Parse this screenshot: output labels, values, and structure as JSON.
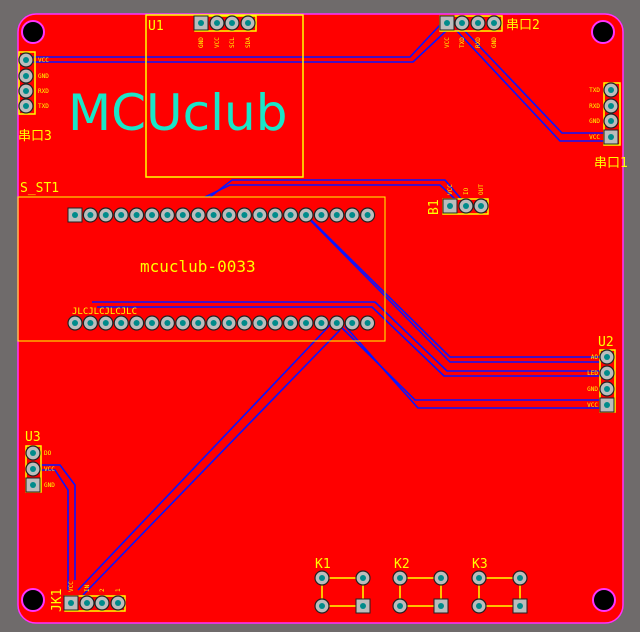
{
  "colors": {
    "board": "#ff0000",
    "background": "#6f6b6b",
    "silkscreen": "#ffff00",
    "trace": "#0a14ff",
    "outline": "#ff33ff",
    "logo": "#19e6c8",
    "pad": "#bcbcbc",
    "drill": "#008b8b"
  },
  "logo": "MCUclub",
  "board_title": "mcuclub-0033",
  "jlc_mark": "JLCJLCJLCJLC",
  "components": {
    "u1": {
      "ref": "U1",
      "pins": [
        "GND",
        "VCC",
        "SCL",
        "SDA"
      ]
    },
    "s_st1": {
      "ref": "S_ST1"
    },
    "uart1": {
      "ref": "串口1",
      "pins": [
        "TXD",
        "RXD",
        "GND",
        "VCC"
      ]
    },
    "uart2": {
      "ref": "串口2",
      "pins": [
        "VCC",
        "TXD",
        "RXD",
        "GND"
      ]
    },
    "uart3": {
      "ref": "串口3",
      "pins": [
        "VCC",
        "GND",
        "RXD",
        "TXD"
      ]
    },
    "b1": {
      "ref": "B1",
      "pins": [
        "VCC",
        "IO",
        "OUT"
      ]
    },
    "u2": {
      "ref": "U2",
      "pins": [
        "AO",
        "LED",
        "GND",
        "VCC"
      ]
    },
    "u3": {
      "ref": "U3",
      "pins": [
        "DO",
        "VCC",
        "GND"
      ]
    },
    "jk1": {
      "ref": "JK1",
      "pins": [
        "VCC",
        "IN",
        "2",
        "1"
      ]
    },
    "k1": {
      "ref": "K1"
    },
    "k2": {
      "ref": "K2"
    },
    "k3": {
      "ref": "K3"
    }
  }
}
